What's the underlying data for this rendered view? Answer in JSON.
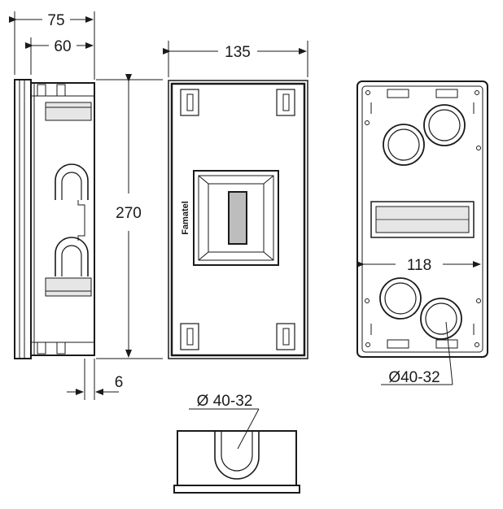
{
  "dimensions": {
    "total_depth": "75",
    "box_depth": "60",
    "width": "135",
    "height": "270",
    "frame_thickness": "6",
    "inner_width": "118",
    "knockout_top": "Ø 40-32",
    "knockout_back": "Ø40-32"
  },
  "brand": "Famatel",
  "colors": {
    "line": "#1a1a1a",
    "fill_gray": "#bdbdbd",
    "fill_light": "#e6e6e6"
  }
}
